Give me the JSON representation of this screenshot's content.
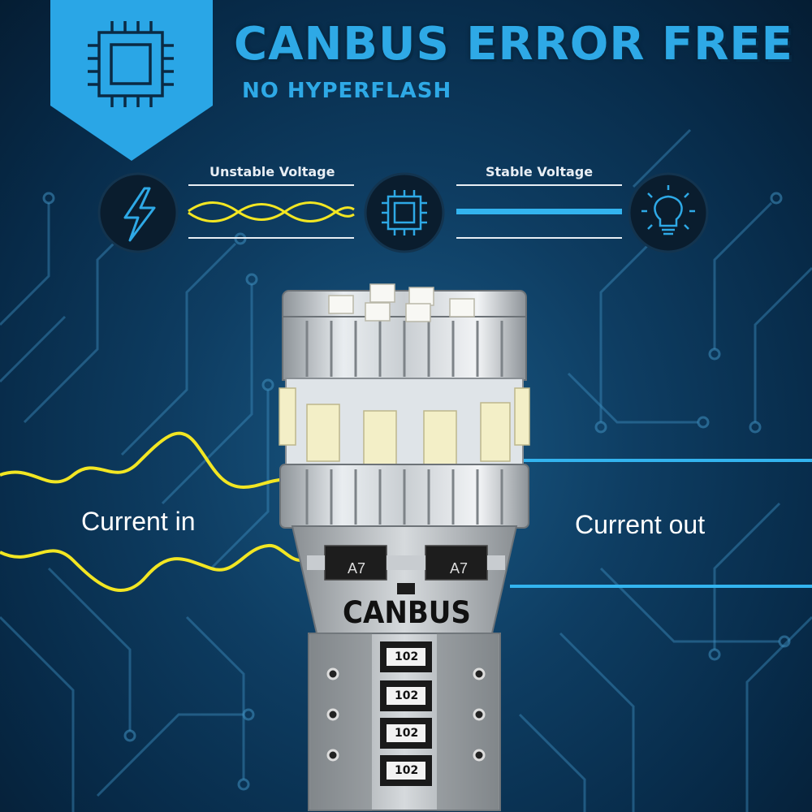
{
  "header": {
    "title": "CANBUS ERROR FREE",
    "subtitle": "NO HYPERFLASH"
  },
  "diagram": {
    "unstable_label": "Unstable Voltage",
    "stable_label": "Stable Voltage",
    "icons": [
      "lightning-icon",
      "chip-icon",
      "bulb-icon"
    ]
  },
  "flow": {
    "current_in": "Current in",
    "current_out": "Current out"
  },
  "bulb": {
    "brand_text": "CANBUS",
    "chip_labels": [
      "A7",
      "A7"
    ],
    "resistor_labels": [
      "102",
      "102",
      "102",
      "102"
    ]
  },
  "colors": {
    "accent_blue": "#2ea9e6",
    "wave_yellow": "#f2e623",
    "stable_line": "#33b4ef",
    "background": "#0e3d62"
  }
}
